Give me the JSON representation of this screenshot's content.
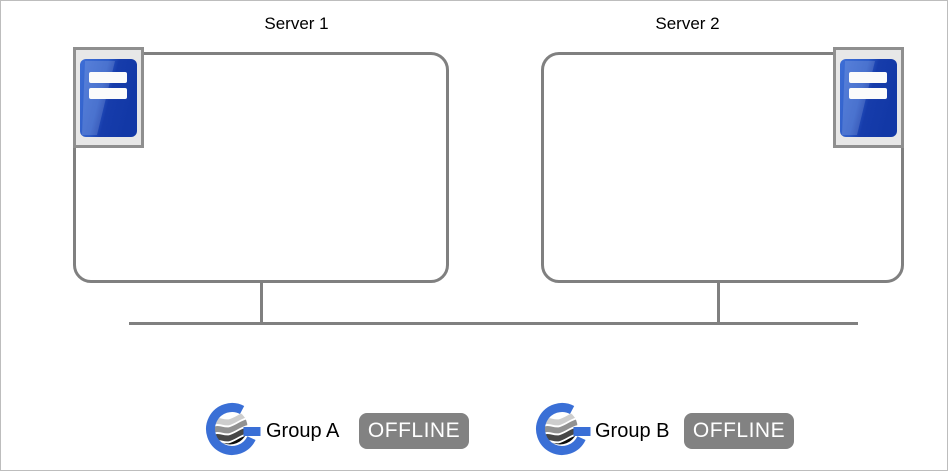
{
  "servers": [
    {
      "label": "Server 1",
      "icon": "server-tower-icon",
      "icon_position": "top-left"
    },
    {
      "label": "Server 2",
      "icon": "server-tower-icon",
      "icon_position": "top-right"
    }
  ],
  "groups": [
    {
      "label": "Group A",
      "status": "OFFLINE",
      "icon": "group-globe-icon"
    },
    {
      "label": "Group B",
      "status": "OFFLINE",
      "icon": "group-globe-icon"
    }
  ],
  "colors": {
    "line_gray": "#808080",
    "box_border": "#808080",
    "badge_background": "#828282",
    "badge_text": "#ffffff",
    "server_icon_blue_light": "#3e6ed6",
    "server_icon_blue_dark": "#1238a6",
    "server_icon_frame": "#8f8f8f",
    "server_icon_panel": "#e7e7e7",
    "logo_ring_blue": "#3a6fd6",
    "canvas_background": "#ffffff"
  }
}
